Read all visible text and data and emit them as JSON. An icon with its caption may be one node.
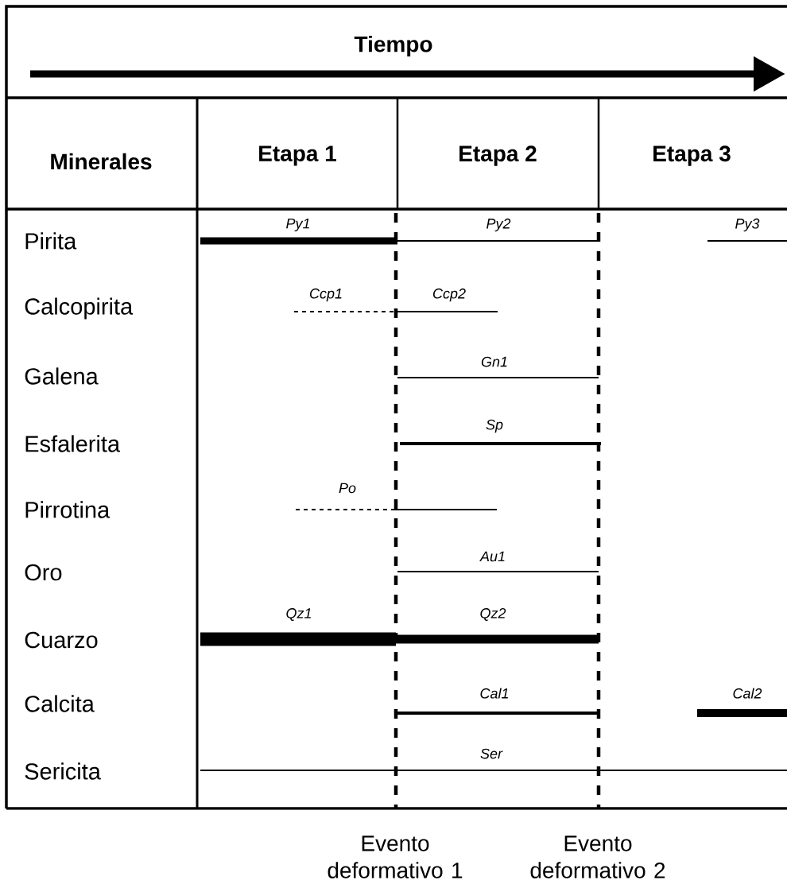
{
  "diagram": {
    "nodes": [
      {
        "text": [
          "Py1"
        ]
      },
      {
        "text": [
          "Py2"
        ]
      },
      {
        "text": [
          "Py3"
        ]
      },
      {
        "text": [
          "Ccp1"
        ]
      },
      {
        "text": [
          "Ccp2"
        ]
      },
      {
        "text": [
          "Gn1"
        ]
      },
      {
        "text": [
          "Sp"
        ]
      },
      {
        "text": [
          "Po"
        ]
      },
      {
        "text": [
          "Au1"
        ]
      },
      {
        "text": [
          "Qz1"
        ]
      },
      {
        "text": [
          "Qz2"
        ]
      },
      {
        "text": [
          "Cal1"
        ]
      },
      {
        "text": [
          "Cal2"
        ]
      },
      {
        "text": [
          "Ser"
        ]
      }
    ],
    "labels": [
      "Tiempo",
      "Minerales",
      "Etapa 1",
      "Etapa 2",
      "Etapa 3",
      "Pirita",
      "Calcopirita",
      "Galena",
      "Esfalerita",
      "Pirrotina",
      "Oro",
      "Cuarzo",
      "Calcita",
      "Sericita",
      "Evento deformativo 1",
      "Evento deformativo 2"
    ]
  }
}
